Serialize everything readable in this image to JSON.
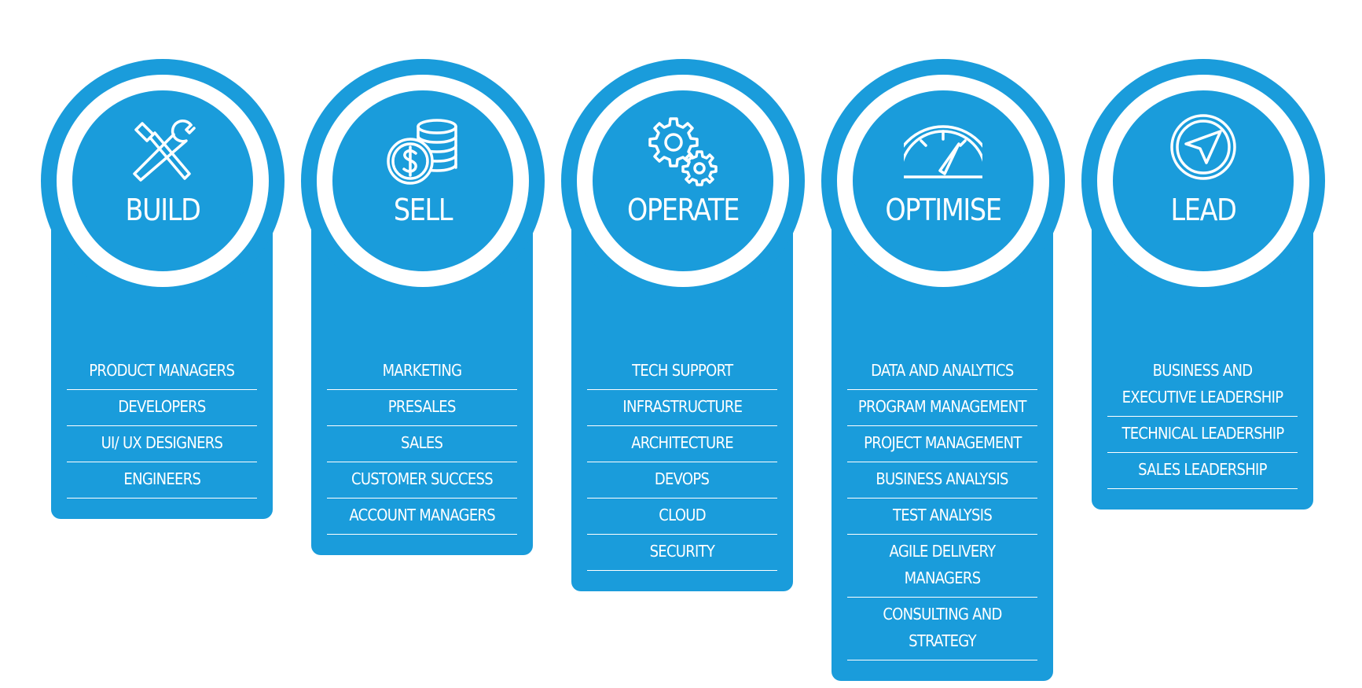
{
  "brand_color": "#1a9cdb",
  "columns": [
    {
      "title": "BUILD",
      "icon": "wrench-screwdriver-icon",
      "roles": [
        "PRODUCT MANAGERS",
        "DEVELOPERS",
        "UI/ UX DESIGNERS",
        "ENGINEERS"
      ]
    },
    {
      "title": "SELL",
      "icon": "coins-dollar-icon",
      "roles": [
        "MARKETING",
        "PRESALES",
        "SALES",
        "CUSTOMER SUCCESS",
        "ACCOUNT MANAGERS"
      ]
    },
    {
      "title": "OPERATE",
      "icon": "gears-icon",
      "roles": [
        "TECH SUPPORT",
        "INFRASTRUCTURE",
        "ARCHITECTURE",
        "DEVOPS",
        "CLOUD",
        "SECURITY"
      ]
    },
    {
      "title": "OPTIMISE",
      "icon": "speedometer-icon",
      "roles": [
        "DATA AND ANALYTICS",
        "PROGRAM MANAGEMENT",
        "PROJECT MANAGEMENT",
        "BUSINESS ANALYSIS",
        "TEST ANALYSIS",
        "AGILE DELIVERY MANAGERS",
        "CONSULTING AND STRATEGY"
      ]
    },
    {
      "title": "LEAD",
      "icon": "navigation-arrow-icon",
      "roles": [
        "BUSINESS AND EXECUTIVE LEADERSHIP",
        "TECHNICAL LEADERSHIP",
        "SALES LEADERSHIP"
      ]
    }
  ]
}
